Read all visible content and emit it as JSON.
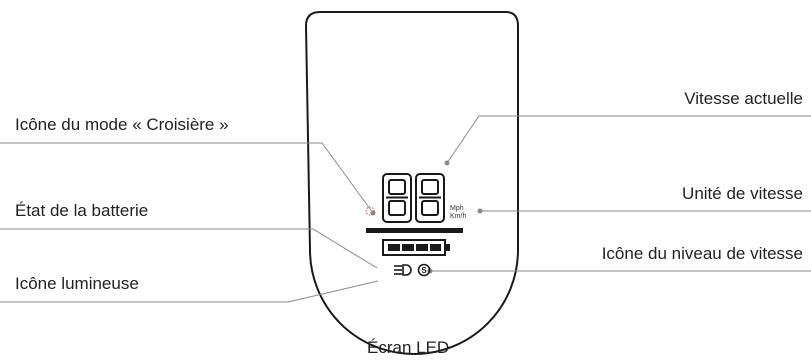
{
  "labels": {
    "cruise_icon": "Icône du mode « Croisière »",
    "battery_state": "État de la batterie",
    "light_icon": "Icône lumineuse",
    "current_speed": "Vitesse actuelle",
    "speed_unit": "Unité de vitesse",
    "speed_level_icon": "Icône du niveau de vitesse",
    "caption": "Écran LED"
  },
  "display": {
    "unit_mph": "Mph",
    "unit_kmh": "Km/h",
    "speed_level_glyph": "S",
    "digits": [
      "8",
      "8"
    ]
  },
  "colors": {
    "line": "#8a8a8a",
    "outline": "#1a1a1a",
    "cruise_icon": "#d64545"
  },
  "icons": [
    "cruise-icon",
    "battery-icon",
    "headlight-icon",
    "speed-level-icon"
  ]
}
